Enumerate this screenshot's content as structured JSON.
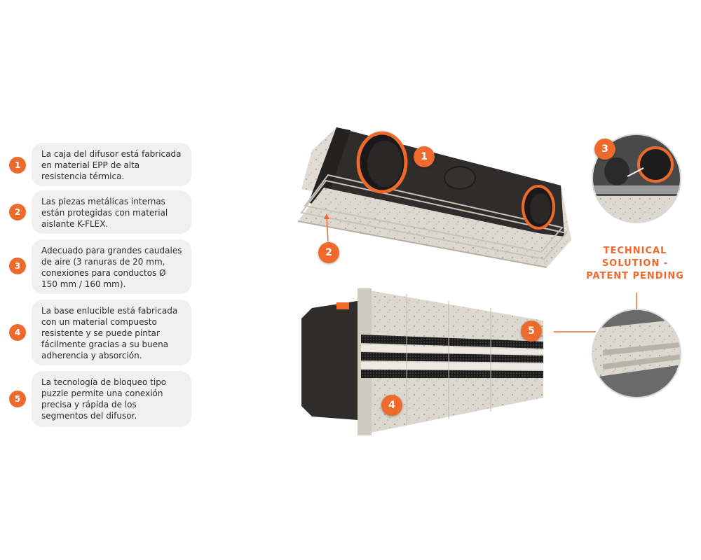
{
  "features": [
    {
      "number": "1",
      "text": "La caja del difusor está fabricada en material EPP de alta resistencia térmica."
    },
    {
      "number": "2",
      "text": "Las piezas metálicas internas están protegidas con material aislante K-FLEX."
    },
    {
      "number": "3",
      "text": "Adecuado para grandes caudales de aire (3 ranuras de 20 mm, conexiones para conductos Ø 150 mm / 160 mm)."
    },
    {
      "number": "4",
      "text": "La base enlucible está fabricada con un material compuesto resistente y se puede pintar fácilmente gracias a su buena adherencia y absorción."
    },
    {
      "number": "5",
      "text": "La tecnología de bloqueo tipo puzzle permite una conexión precisa y rápida de los segmentos del difusor."
    }
  ],
  "callouts": [
    "1",
    "2",
    "3",
    "4",
    "5"
  ],
  "patent_label": "TECHNICAL SOLUTION - PATENT PENDING",
  "colors": {
    "accent": "#ee6a2c",
    "bubble": "#f0f0f0",
    "epp": "#2f2c2c",
    "plaster": "#ddd8cf"
  }
}
